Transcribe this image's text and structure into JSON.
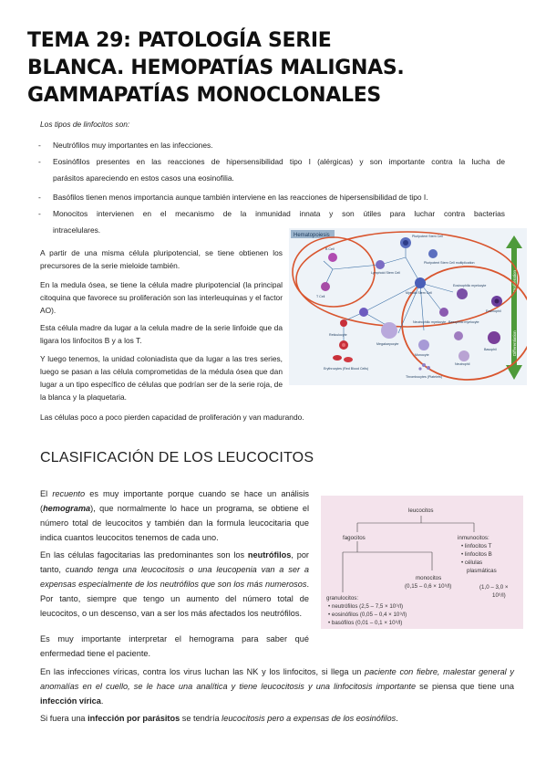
{
  "title": {
    "line1": "TEMA 29: PATOLOGÍA SERIE",
    "line2": "BLANCA. HEMOPATÍAS MALIGNAS.",
    "line3": "GAMMAPATÍAS MONOCLONALES"
  },
  "intro": "Los tipos de linfocitos son:",
  "bullets": [
    "Neutrófilos muy importantes en las infecciones.",
    "Eosinófilos presentes en las reacciones de hipersensibilidad tipo I (alérgicas) y son importante contra la lucha de",
    "parásitos apareciendo en estos casos una eosinofilia.",
    "Basófilos tienen menos importancia aunque también interviene en las reacciones de hipersensibilidad de tipo I.",
    "Monocitos intervienen en el mecanismo de la inmunidad innata y son útiles para luchar contra bacterias",
    "intracelulares."
  ],
  "left_paragraphs": [
    "A partir de una misma célula pluripotencial, se tiene obtienen los precursores de la serie mieloide también.",
    "En la medula ósea, se tiene la célula madre pluripotencial (la principal citoquina que favorece su proliferación son las interleuquinas y el factor AO).",
    "Esta célula madre da lugar a la celula madre de la serie linfoide que da ligara los linfocitos B y a los T.",
    "Y luego tenemos, la unidad coloniadista que da lugar a las tres series, luego se pasan a las célula comprometidas de la médula ósea que dan lugar a un tipo específico de células que podrían ser de la serie roja, de la blanca y la plaquetaria."
  ],
  "full_line": "Las células poco a poco pierden capacidad de proliferación y van madurando.",
  "hema_figure": {
    "header": "Hematopoiesis",
    "labels": {
      "stem": "Pluripotent Stem Cell",
      "stem_mult": "Pluripotent Stem Cell multiplication",
      "lymphoid": "Lymphoid Stem Cell",
      "bcell": "B Cell",
      "tcell": "T Cell",
      "myeloid": "Myeloid Stem Cell",
      "eosinophilic": "Eosinophilic myelocyte",
      "eosinophil": "Eosinophil",
      "basophilic": "Basophilic myelocyte",
      "basophil": "Basophil",
      "neutrophilic": "Neutrophilic myelocyte",
      "neutrophil": "Neutrophil",
      "monocyte": "Monocyte",
      "megakaryocyte": "Megakaryocyte",
      "reticulocyte": "Reticulocyte",
      "erythrocytes": "Erythrocytes (Red Blood Cells)",
      "thrombocytes": "Thrombocytes (Platelets)",
      "proliferation": "Proliferation",
      "differentiation": "Differentiation"
    }
  },
  "section_heading": "CLASIFICACIÓN DE LOS LEUCOCITOS",
  "p_recuento": {
    "pre": "El ",
    "em1": "recuento",
    "mid1": " es muy importante porque cuando se hace un análisis (",
    "em2": "hemograma",
    "rest": "), que normalmente lo hace un programa, se obtiene el número total de leucocitos y también dan la formula leucocitaria que indica cuantos leucocitos tenemos de cada uno."
  },
  "p_fagocitarias": {
    "pre": "En las células fagocitarias las predominantes son los ",
    "strong": "neutrófilos",
    "mid": ", por tanto, ",
    "em": "cuando tenga una leucocitosis o una leucopenia van a ser a expensas especialmente de los neutrófilos que son los más numerosos",
    "rest": ". Por tanto, siempre que tengo un aumento del número total de leucocitos, o un descenso, van a ser los más afectados los neutrófilos."
  },
  "p_hemograma": "Es muy importante interpretar el hemograma para saber qué enfermedad tiene el paciente.",
  "p_viricas": {
    "pre": "En las infecciones víricas, contra los virus luchan las NK y los linfocitos, si llega un ",
    "em": "paciente con fiebre, malestar general y anomalías en el cuello, se le hace una analítica y tiene leucocitosis y una linfocitosis importante",
    "mid": " se piensa que tiene una ",
    "strong": "infección vírica",
    "end": "."
  },
  "p_parasitos": {
    "pre": "Si fuera una ",
    "strong": "infección por parásitos",
    "mid": " se tendría ",
    "em": "leucocitosis pero a expensas de los eosinófilos",
    "end": "."
  },
  "leuco_figure": {
    "root": "leucocitos",
    "fagocitos": "fagocitos",
    "inmunocitos": "inmunocitos:",
    "inm_items": [
      "• linfocitos T",
      "• linfocitos B",
      "• células",
      "plasmáticas"
    ],
    "inm_range": "(1,0 – 3,0 ×",
    "inm_range2": "10⁹/l)",
    "monocitos": "monocitos",
    "mono_range": "(0,15 – 0,6 × 10⁹/l)",
    "granulocitos": "granulocitos:",
    "gran_items": [
      "• neutrófilos (2,5 – 7,5 × 10⁹/l)",
      "• eosinófilos (0,05 – 0,4 × 10⁹/l)",
      "• basófilos   (0,01 – 0,1 × 10⁹/l)"
    ]
  },
  "colors": {
    "fig_bg": "#f4e3ec",
    "ring": "#d9552e",
    "arrow": "#4e9a3a",
    "cell_purple": "#6d3f9e",
    "cell_red": "#c8303a"
  }
}
